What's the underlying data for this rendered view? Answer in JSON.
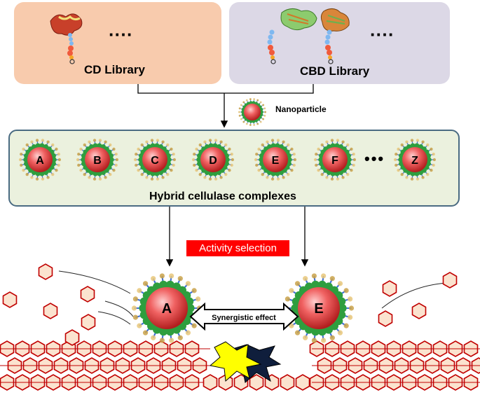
{
  "libraries": [
    {
      "label": "CD Library",
      "ellipsis": "····",
      "color": "#F8CBAD"
    },
    {
      "label": "CBD Library",
      "ellipsis": "····",
      "color": "#DCD8E6"
    }
  ],
  "nanoparticle": {
    "label": "Nanoparticle"
  },
  "complexes": {
    "title": "Hybrid cellulase complexes",
    "letters": [
      "A",
      "B",
      "C",
      "D",
      "E",
      "F",
      "Z"
    ],
    "ellipsis": "•••",
    "panel_color": "#EBF1DE",
    "border_color": "#4A6B82"
  },
  "selection": {
    "label": "Activity selection",
    "color": "#FF0000"
  },
  "synergy": {
    "label": "Synergistic effect",
    "left_letter": "A",
    "right_letter": "E"
  },
  "colors": {
    "core": "#E94B4B",
    "protein": "#2E9E3E",
    "hexagon_fill": "#FBE3CF",
    "hexagon_stroke": "#C00000"
  }
}
